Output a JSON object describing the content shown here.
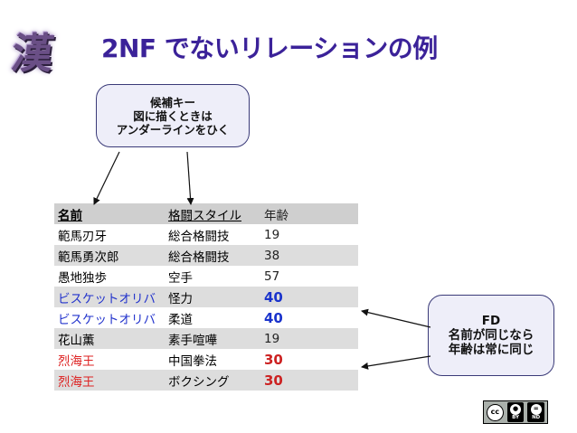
{
  "title": "2NF でないリレーションの例",
  "logo_icon": "kanji-logo",
  "callout_key": {
    "lines": [
      "候補キー",
      "図に描くときは",
      "アンダーラインをひく"
    ]
  },
  "callout_fd": {
    "lines": [
      "FD",
      "名前が同じなら",
      "年齢は常に同じ"
    ]
  },
  "table": {
    "headers": [
      "名前",
      "格闘スタイル",
      "年齢"
    ],
    "rows": [
      {
        "name": "範馬刃牙",
        "style": "総合格闘技",
        "age": "19"
      },
      {
        "name": "範馬勇次郎",
        "style": "総合格闘技",
        "age": "38"
      },
      {
        "name": "愚地独歩",
        "style": "空手",
        "age": "57"
      },
      {
        "name": "ビスケットオリバ",
        "style": "怪力",
        "age": "40"
      },
      {
        "name": "ビスケットオリバ",
        "style": "柔道",
        "age": "40"
      },
      {
        "name": "花山薫",
        "style": "素手喧嘩",
        "age": "19"
      },
      {
        "name": "烈海王",
        "style": "中国拳法",
        "age": "30"
      },
      {
        "name": "烈海王",
        "style": "ボクシング",
        "age": "30"
      }
    ]
  },
  "license": {
    "cc": "cc",
    "by": "BY",
    "nd": "ND"
  },
  "colors": {
    "title": "#3b2299",
    "highlight_blue": "#2233cc",
    "highlight_red": "#dd2222",
    "callout_bg": "#eeeef9",
    "row_shade": "#dddddd"
  }
}
